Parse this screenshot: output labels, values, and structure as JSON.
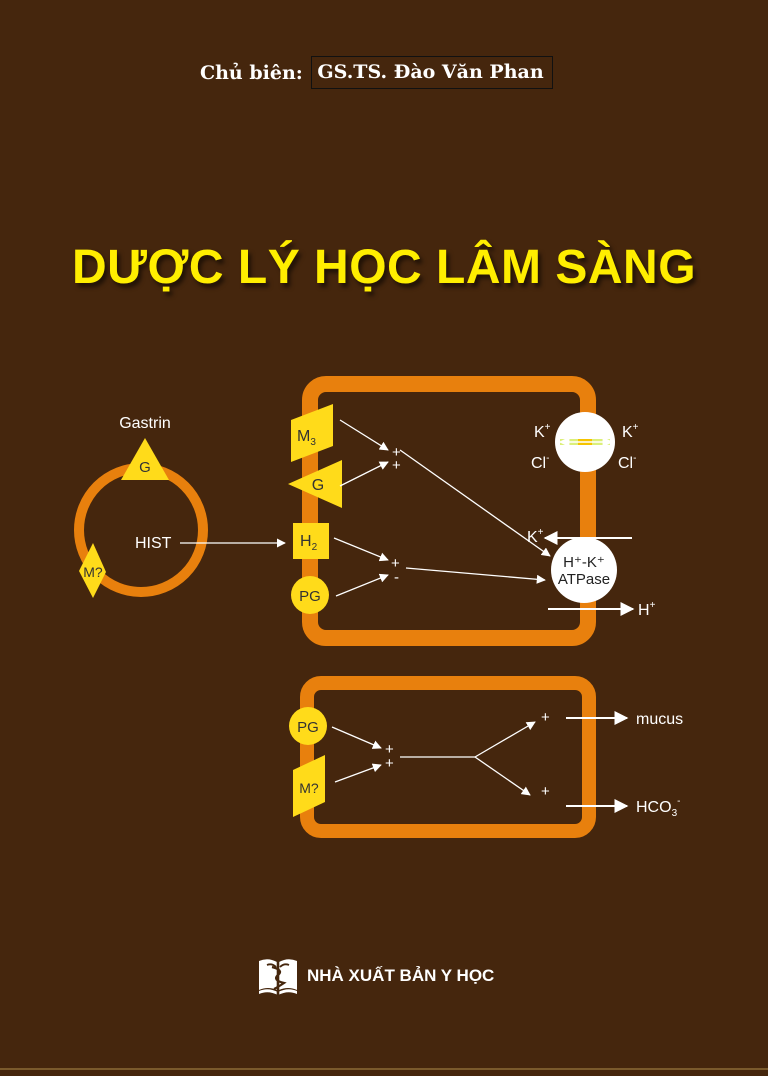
{
  "cover": {
    "author_prefix": "Chủ biên:",
    "author_name": "GS.TS. Đào Văn Phan",
    "title": "DƯỢC LÝ HỌC LÂM SÀNG",
    "publisher": "NHÀ XUẤT BẢN Y HỌC"
  },
  "diagram": {
    "gastrin_label": "Gastrin",
    "g_left": "G",
    "hist": "HIST",
    "m_q": "M?",
    "m3_main": "M",
    "m3_sub": "3",
    "g_receptor": "G",
    "h2_main": "H",
    "h2_sub": "2",
    "pg_parietal": "PG",
    "plus_1": "+",
    "plus_2": "+",
    "plus_3": "+",
    "minus_1": "-",
    "k_left": "K",
    "k_right": "K",
    "cl_left": "Cl",
    "cl_right": "Cl",
    "k_in": "K",
    "atpase_line1": "H⁺-K⁺",
    "atpase_line2": "ATPase",
    "h_out": "H",
    "pg_mucous": "PG",
    "m_q_mucous": "M?",
    "plus_4": "+",
    "plus_5": "+",
    "plus_6": "+",
    "plus_7": "+",
    "mucus": "mucus",
    "hco3_main": "HCO",
    "hco3_sub": "3",
    "sup_plus": "+",
    "sup_minus": "-"
  },
  "colors": {
    "background": "#45260d",
    "title": "#ffee00",
    "cell_orange": "#e8800d",
    "receptor_yellow": "#ffdb1a"
  }
}
